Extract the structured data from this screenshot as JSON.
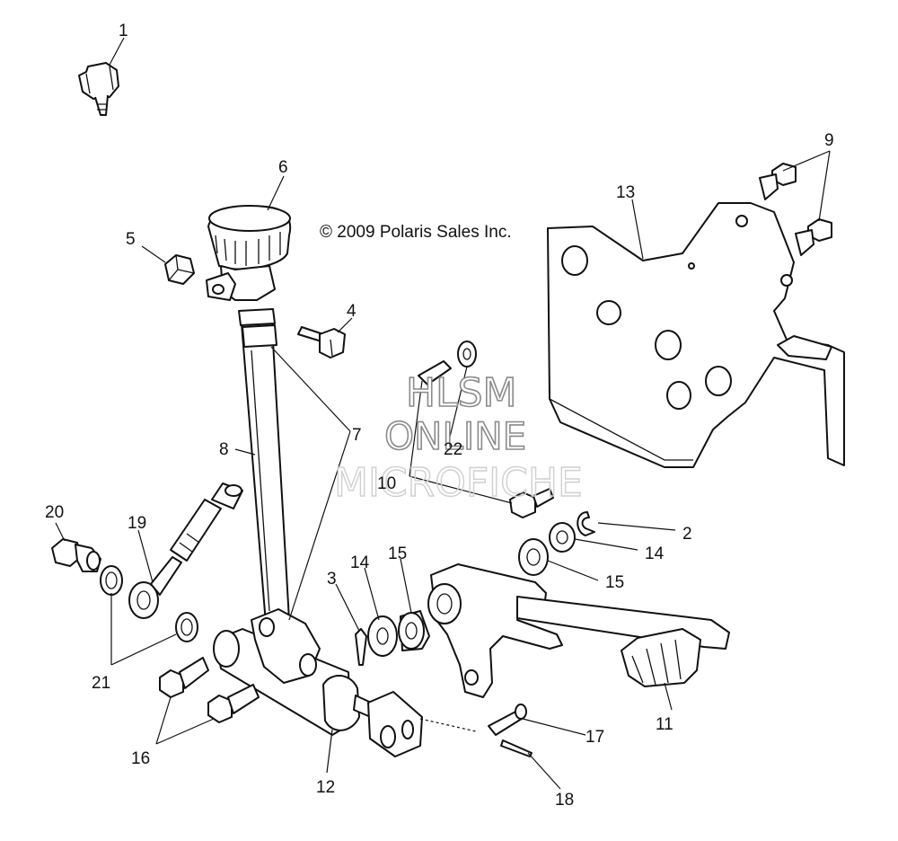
{
  "copyright": "© 2009 Polaris Sales Inc.",
  "watermark": {
    "line1": "HLSM",
    "line2": "ONLINE",
    "line3": "MICROFICHE"
  },
  "callouts": {
    "n1": "1",
    "n2": "2",
    "n3": "3",
    "n4": "4",
    "n5": "5",
    "n6": "6",
    "n7": "7",
    "n8": "8",
    "n9": "9",
    "n10": "10",
    "n11": "11",
    "n12": "12",
    "n13": "13",
    "n14a": "14",
    "n14b": "14",
    "n15a": "15",
    "n15b": "15",
    "n16": "16",
    "n17": "17",
    "n18": "18",
    "n19": "19",
    "n20": "20",
    "n21": "21",
    "n22": "22"
  }
}
